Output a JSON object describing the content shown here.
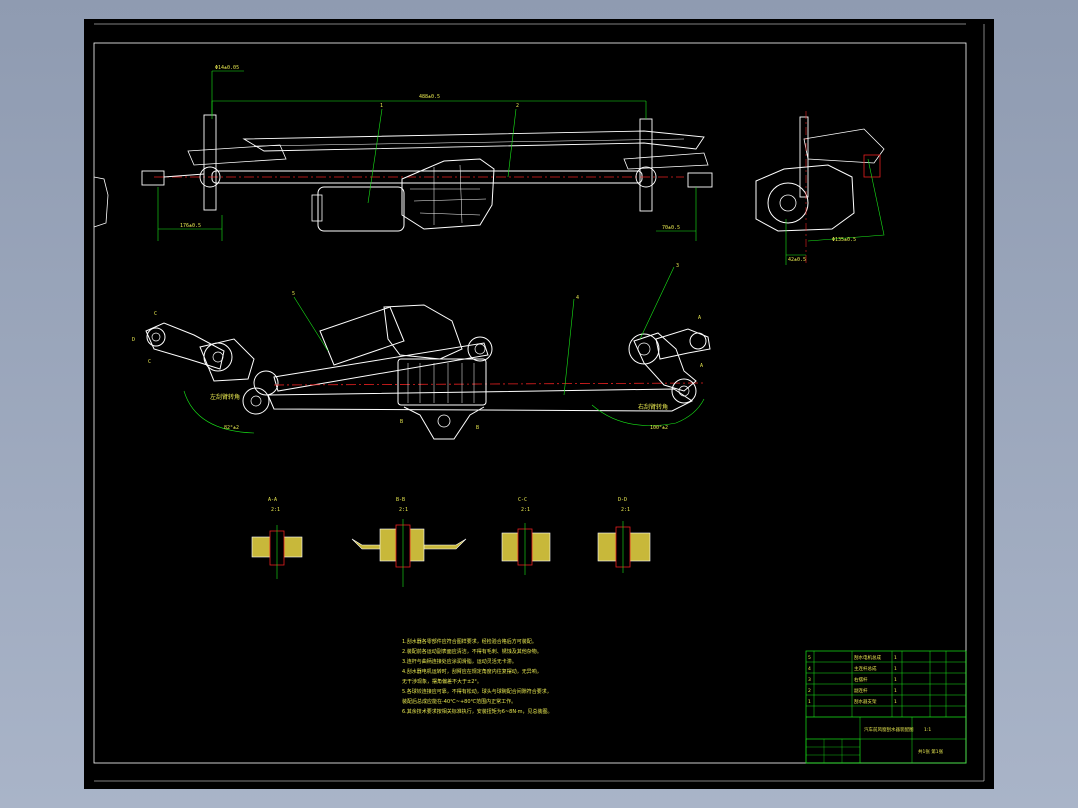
{
  "drawing": {
    "colors": {
      "background": "#000000",
      "frame": "#ffffff",
      "dimension": "#18e818",
      "text": "#e8e850",
      "centerline": "#e82020",
      "section_fill": "#c8b83a"
    },
    "part_balloons": [
      "1",
      "2",
      "3",
      "4",
      "5"
    ],
    "view_markers": [
      "A",
      "B",
      "C",
      "D"
    ],
    "section_views": [
      {
        "title": "A-A",
        "scale": "2:1"
      },
      {
        "title": "B-B",
        "scale": "2:1"
      },
      {
        "title": "C-C",
        "scale": "2:1"
      },
      {
        "title": "D-D",
        "scale": "2:1"
      }
    ],
    "dimensions": {
      "top_span": "488±0.5",
      "left_offset": "176±0.5",
      "right_offset": "70±0.5",
      "side_width": "42±0.5",
      "side_arc": "Φ135±0.5",
      "top_pivot": "Φ14±0.05",
      "left_sweep": "82°±2",
      "right_sweep": "100°±2",
      "left_angle_label": "左刮臂转角",
      "right_angle_label": "右刮臂转角"
    },
    "notes": [
      "1.刮水器各零部件应符合图样要求，经检验合格后方可装配。",
      "2.装配前各运动副表面应清洁，不得有毛刺、锈蚀及其他杂物。",
      "3.连杆与曲柄连接处应涂润滑脂，运动灵活无卡滞。",
      "4.刮水器电机运转时，刮臂应在规定角度内往复摆动，无异响，",
      "  无干涉现象，摆角偏差不大于±2°。",
      "5.各球铰连接应可靠，不得有松动，球头与球碗配合间隙符合要求，",
      "  装配后总成应能在-40℃~+80℃范围内正常工作。",
      "6.其余技术要求按相关标准执行，安装扭矩为6~8N·m，见总装图。"
    ],
    "parts_list": [
      {
        "no": "5",
        "name": "刮水电机总成",
        "qty": "1"
      },
      {
        "no": "4",
        "name": "主连杆总成",
        "qty": "1"
      },
      {
        "no": "3",
        "name": "右摆杆",
        "qty": "1"
      },
      {
        "no": "2",
        "name": "副连杆",
        "qty": "1"
      },
      {
        "no": "1",
        "name": "刮水器支架",
        "qty": "1"
      }
    ],
    "title_block": {
      "title": "汽车前风窗刮水器装配图",
      "scale": "1:1",
      "sheet": "共1张 第1张"
    }
  }
}
